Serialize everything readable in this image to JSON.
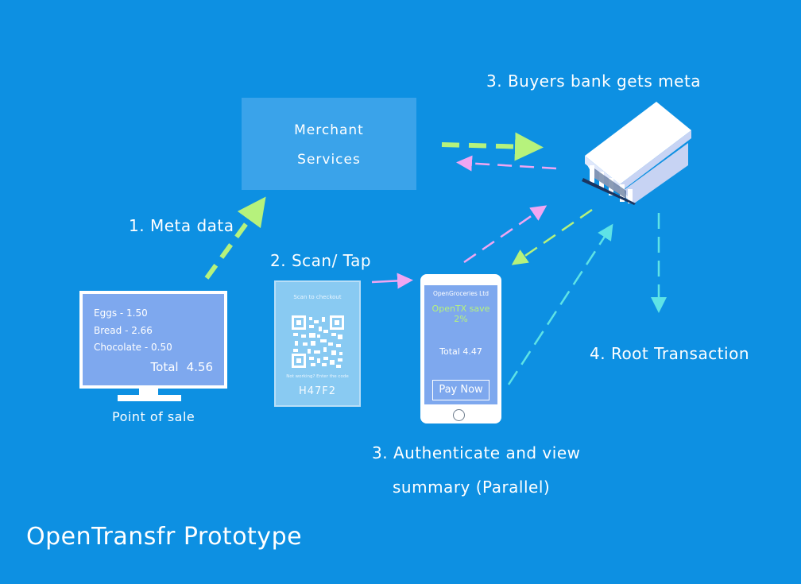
{
  "labels": {
    "step1": "1. Meta data",
    "step2": "2. Scan/ Tap",
    "step3_bank": "3. Buyers bank gets meta",
    "step3_auth_line1": "3. Authenticate and view",
    "step3_auth_line2": "summary (Parallel)",
    "step4": "4. Root Transaction"
  },
  "merchant": {
    "line1": "Merchant",
    "line2": "Services"
  },
  "point_of_sale": {
    "label": "Point of sale",
    "items": [
      "Eggs - 1.50",
      "Bread - 2.66",
      "Chocolate - 0.50"
    ],
    "total_label": "Total",
    "total_value": "4.56"
  },
  "qr_card": {
    "title": "Scan to checkout",
    "help": "Not working? Enter the code",
    "code": "H47F2"
  },
  "phone": {
    "store": "OpenGroceries Ltd",
    "savings": "OpenTX save 2%",
    "total": "Total 4.47",
    "button": "Pay Now"
  },
  "title": "OpenTransfr Prototype",
  "colors": {
    "background": "#0d90e2",
    "green_arrow": "#b6f27c",
    "pink_arrow": "#f0a6f2",
    "teal_arrow": "#5ee3e6",
    "screen": "#7ea8ee"
  }
}
